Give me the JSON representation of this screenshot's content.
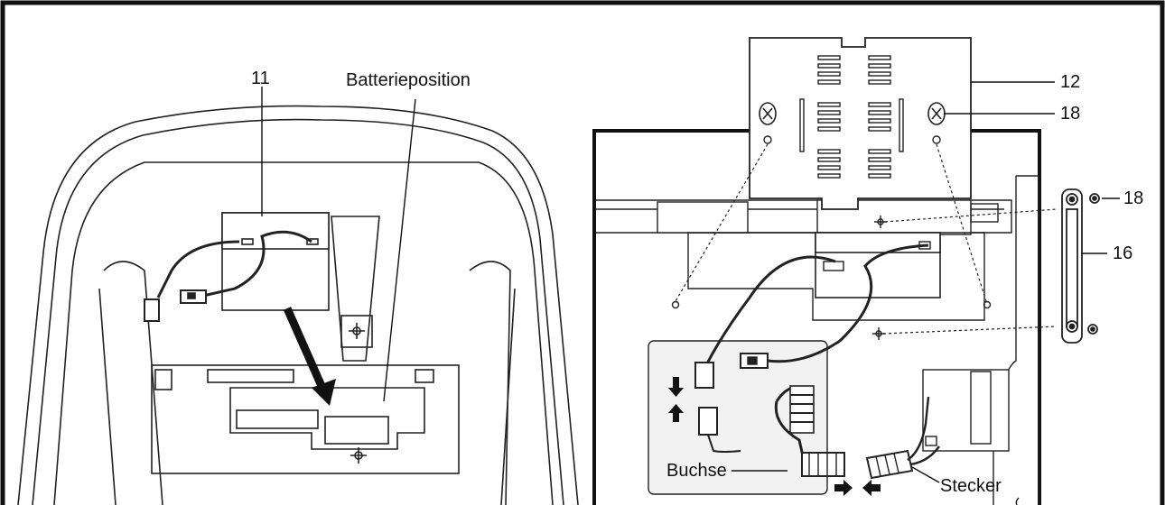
{
  "labels": {
    "battery_callout": "11",
    "battery_position": "Batterieposition",
    "cover_callout": "12",
    "screw_callout_top": "18",
    "screw_callout_right": "18",
    "bracket_callout": "16",
    "socket": "Buchse",
    "plug": "Stecker"
  },
  "colors": {
    "line": "#111111",
    "fill": "#ffffff",
    "panel_fill": "#f2f2f2",
    "dark": "#1a1a1a"
  }
}
